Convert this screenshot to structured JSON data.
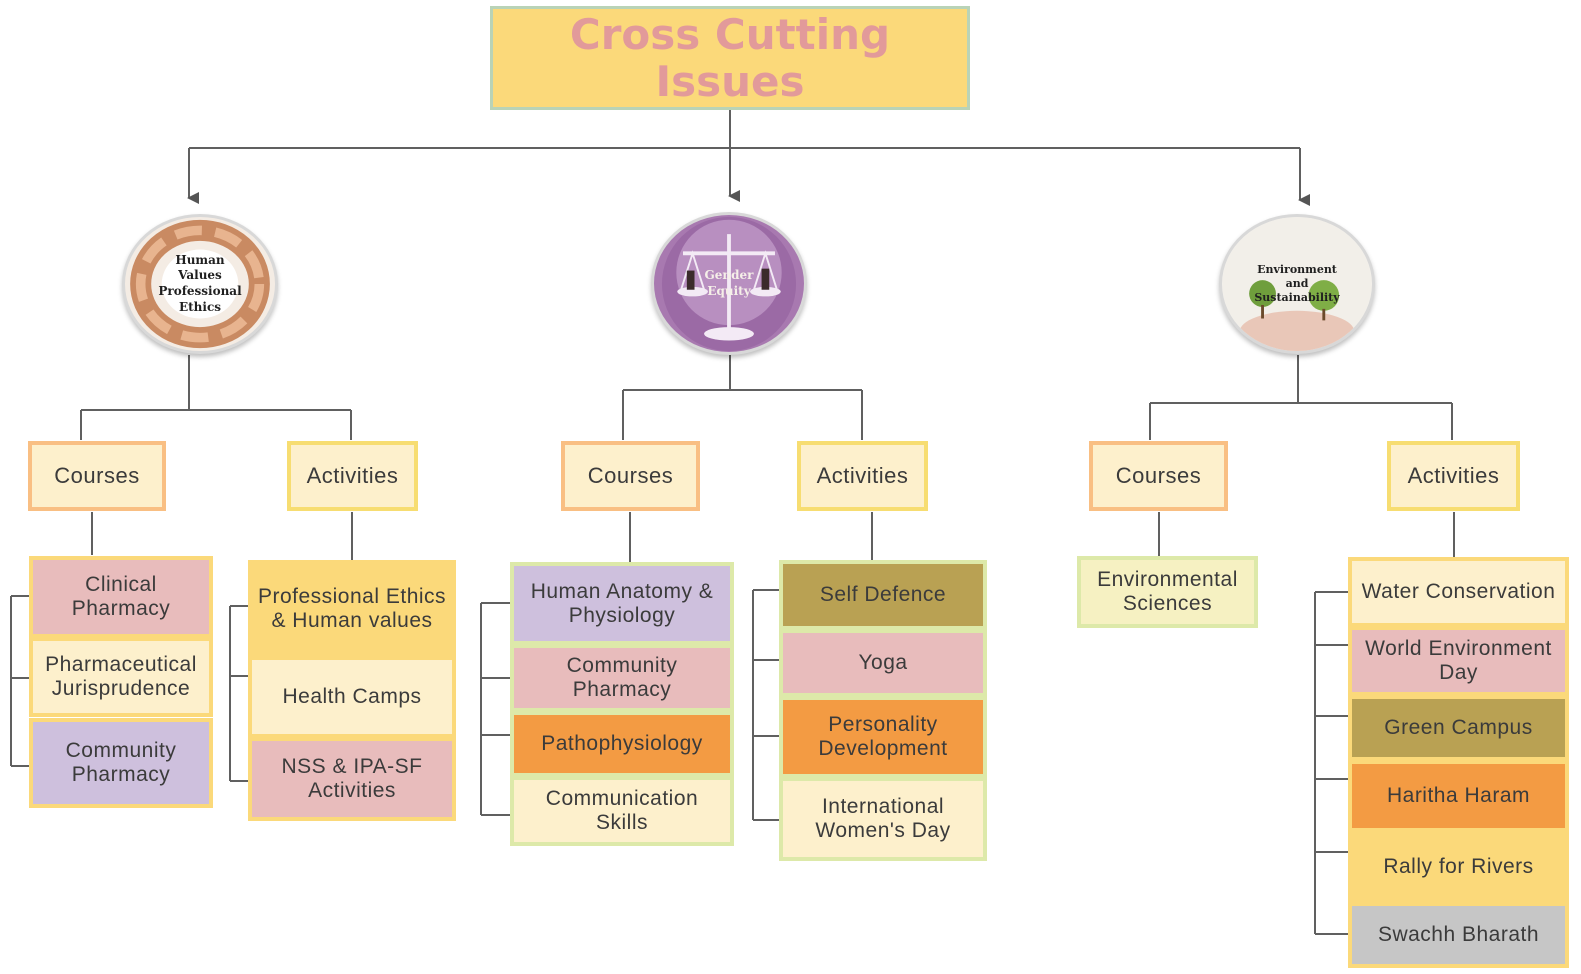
{
  "title": "Cross Cutting Issues",
  "branches": [
    {
      "circle_label": "Human Values Professional Ethics",
      "courses_label": "Courses",
      "activities_label": "Activities",
      "courses": [
        "Clinical Pharmacy",
        "Pharmaceutical Jurisprudence",
        "Community Pharmacy"
      ],
      "activities": [
        "Professional Ethics & Human values",
        "Health Camps",
        "NSS & IPA-SF Activities"
      ]
    },
    {
      "circle_label": "Gender Equity",
      "courses_label": "Courses",
      "activities_label": "Activities",
      "courses": [
        "Human Anatomy & Physiology",
        "Community Pharmacy",
        "Pathophysiology",
        "Communication Skills"
      ],
      "activities": [
        "Self Defence",
        "Yoga",
        "Personality Development",
        "International Women's Day"
      ]
    },
    {
      "circle_label": "Environment and Sustainability",
      "courses_label": "Courses",
      "activities_label": "Activities",
      "courses": [
        "Environmental Sciences"
      ],
      "activities": [
        "Water Conservation",
        "World Environment Day",
        "Green Campus",
        "Haritha Haram",
        "Rally for Rivers",
        "Swachh Bharath"
      ]
    }
  ],
  "colors": {
    "title_bg": "#fbd97a",
    "title_text": "#e29a9a",
    "pink": "#e8bcbc",
    "lavender": "#cec0dd",
    "cream": "#fdf0cc",
    "yellow": "#fbd97a",
    "orange": "#f39b43",
    "olive": "#b9a153",
    "grey": "#c6c6c6",
    "connector": "#555555"
  },
  "icons": [
    "hands-circle-icon",
    "scales-of-justice-icon",
    "plants-in-hands-icon"
  ]
}
